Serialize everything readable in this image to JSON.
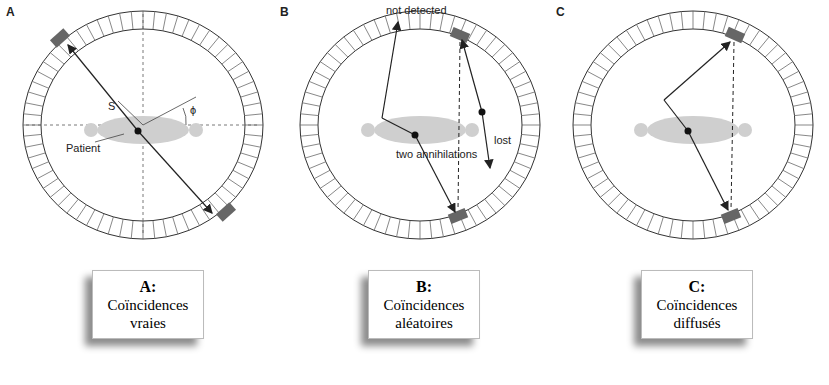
{
  "diagram": {
    "nodes": [
      {
        "text": [
          "A:",
          "Coïncidences vraies"
        ]
      },
      {
        "text": [
          "B:",
          "Coïncidences aléatoires"
        ]
      },
      {
        "text": [
          "C:",
          "Coïncidences diffusés"
        ]
      }
    ],
    "labels": [
      "A",
      "S",
      "ϕ",
      "Patient",
      "B",
      "not detected",
      "two annihilations",
      "lost",
      "C"
    ]
  }
}
